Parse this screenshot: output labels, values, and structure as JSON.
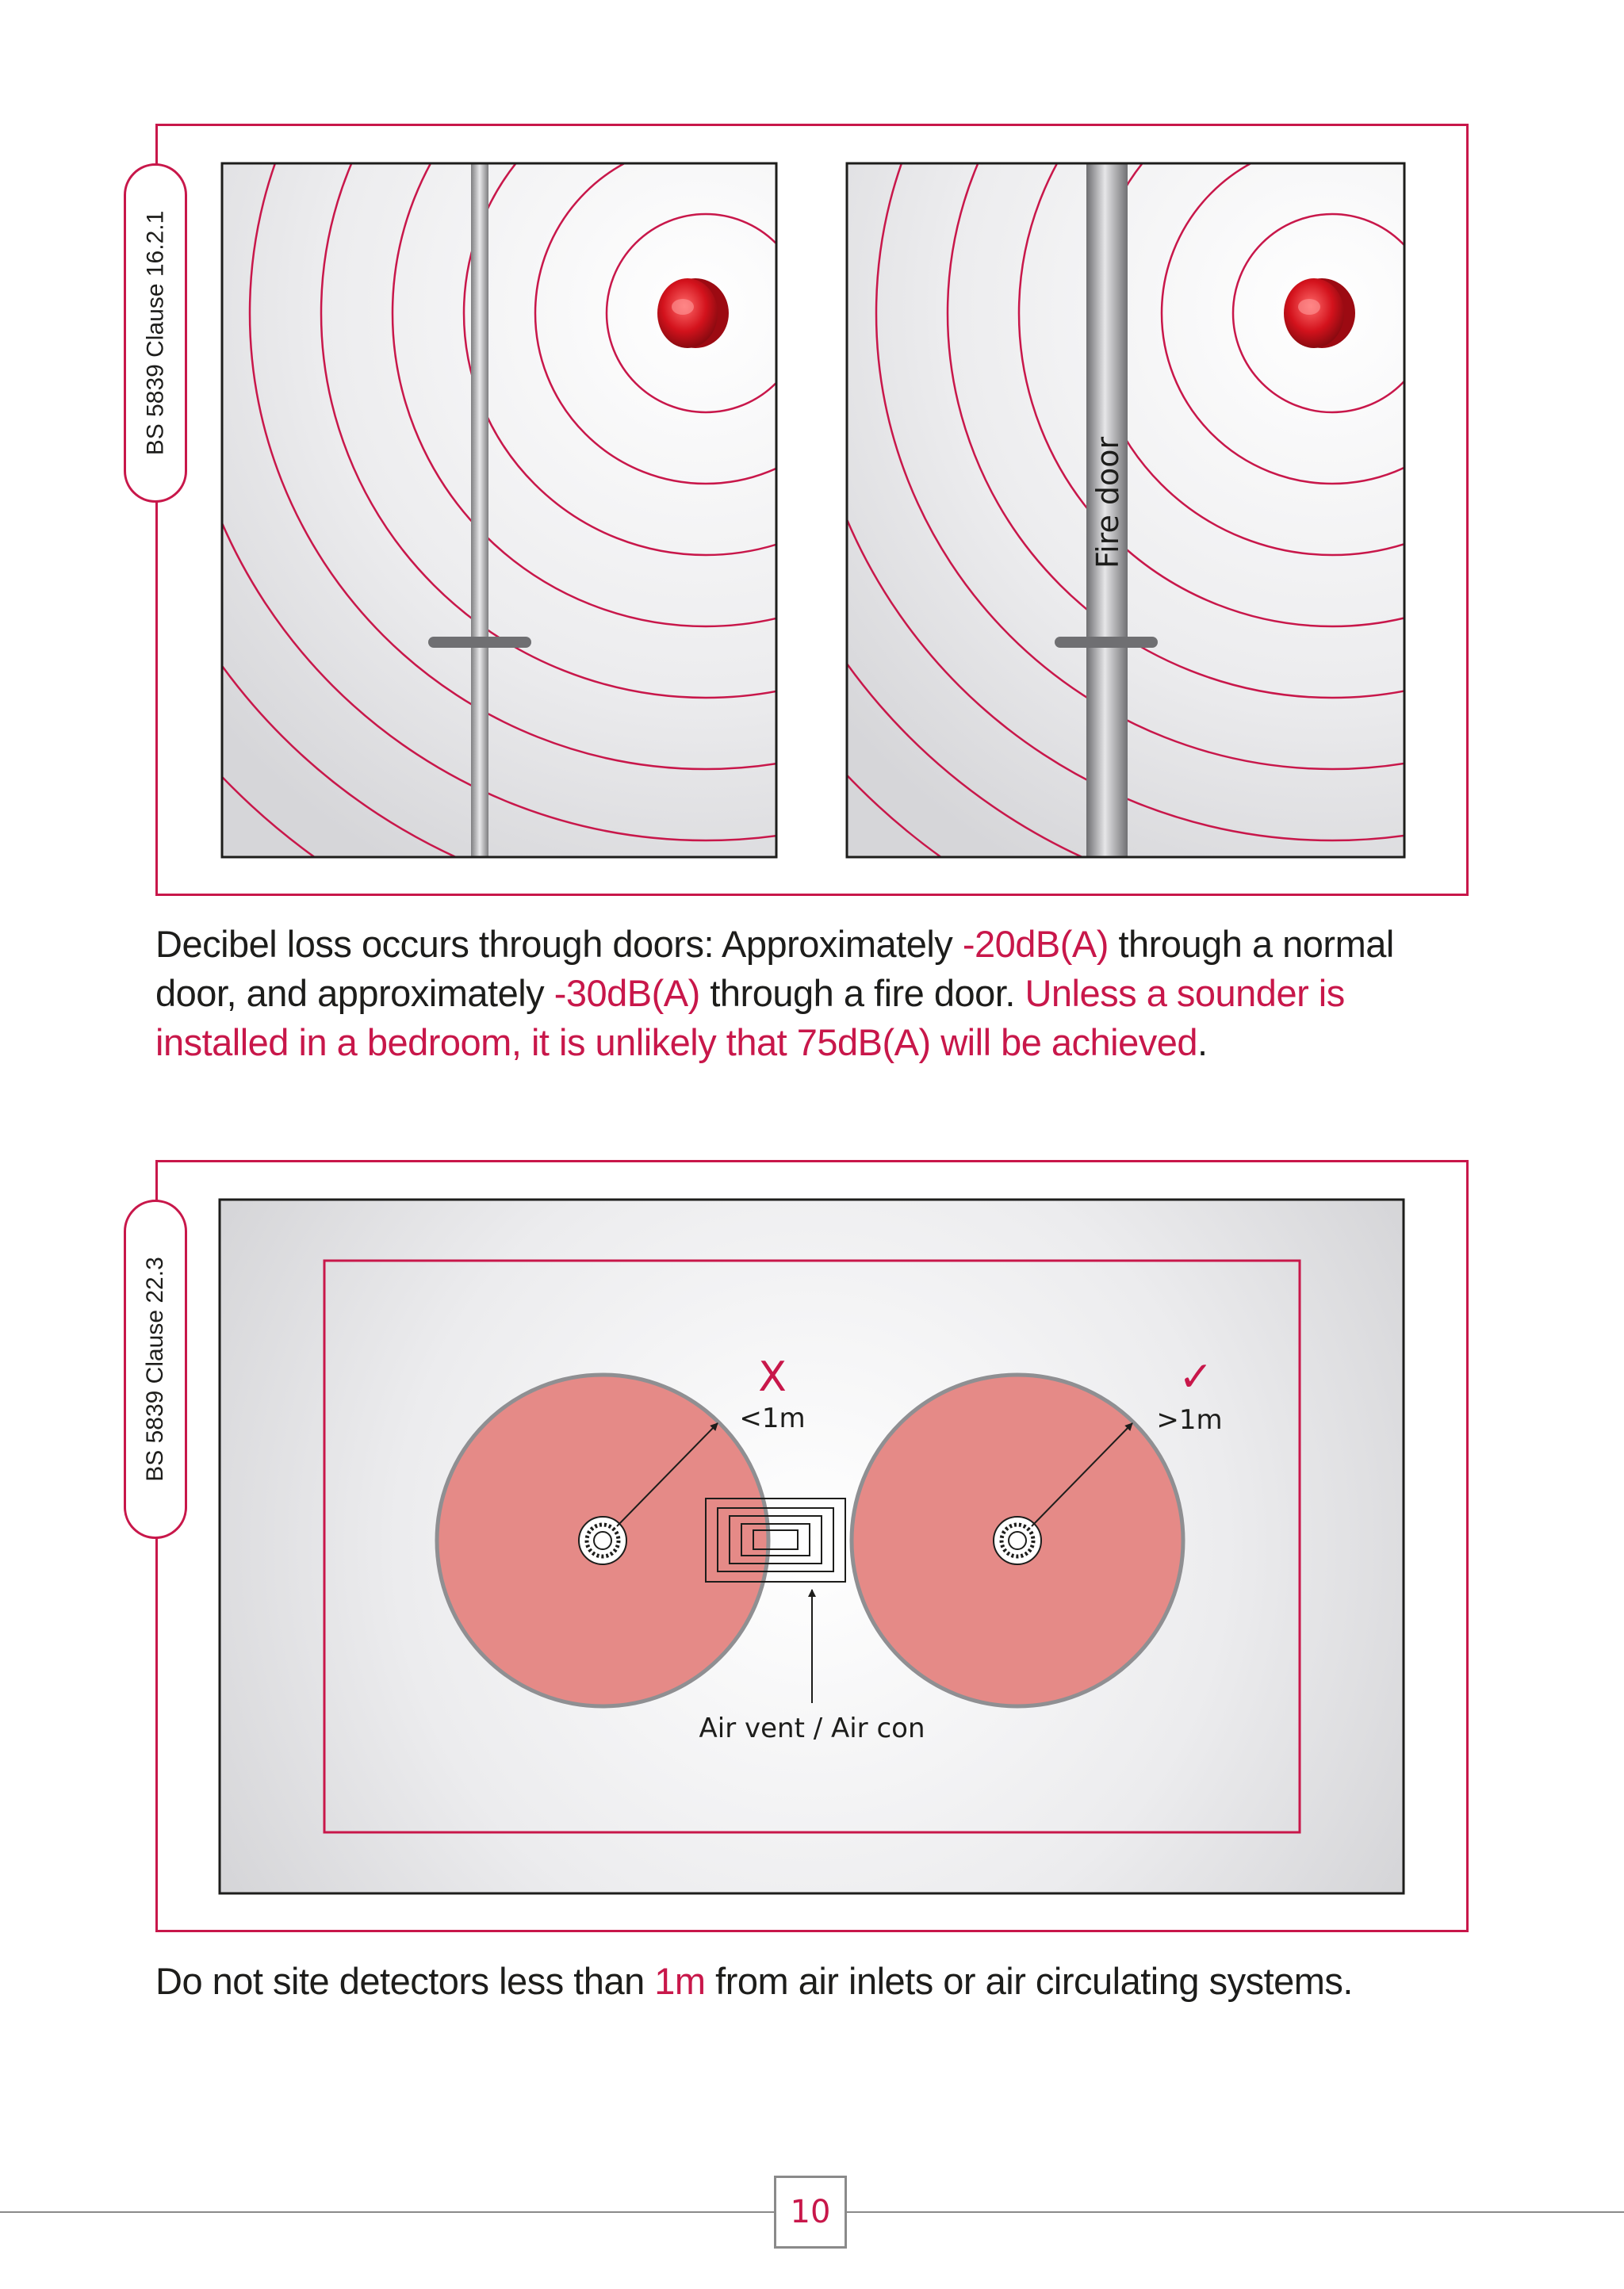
{
  "colors": {
    "accent": "#c8174a",
    "circle_fill": "#e58a87",
    "text": "#1d1d1b",
    "rule": "#8a8a8a"
  },
  "section1": {
    "clause": "BS 5839 Clause 16.2.1",
    "fire_door_label": "Fire door",
    "caption": {
      "t1": "Decibel loss occurs through doors: Approximately ",
      "h1": "-20dB(A)",
      "t2": " through a normal door, and approximately ",
      "h2": "-30dB(A)",
      "t3": " through a fire door. ",
      "h3": "Unless a sounder is installed in a bedroom, it is unlikely that 75dB(A) will be achieved",
      "t4": "."
    }
  },
  "section2": {
    "clause": "BS 5839 Clause 22.3",
    "bad_mark": "X",
    "bad_label": "<1m",
    "good_mark": "✓",
    "good_label": ">1m",
    "vent_label": "Air vent / Air con",
    "caption": {
      "t1": "Do not site detectors less than ",
      "h1": "1m",
      "t2": " from air inlets or air circulating systems."
    }
  },
  "page_number": "10",
  "icons": [
    "sounder-icon",
    "smoke-detector-icon",
    "air-vent-icon",
    "cross-icon",
    "check-icon",
    "arrow-icon"
  ]
}
